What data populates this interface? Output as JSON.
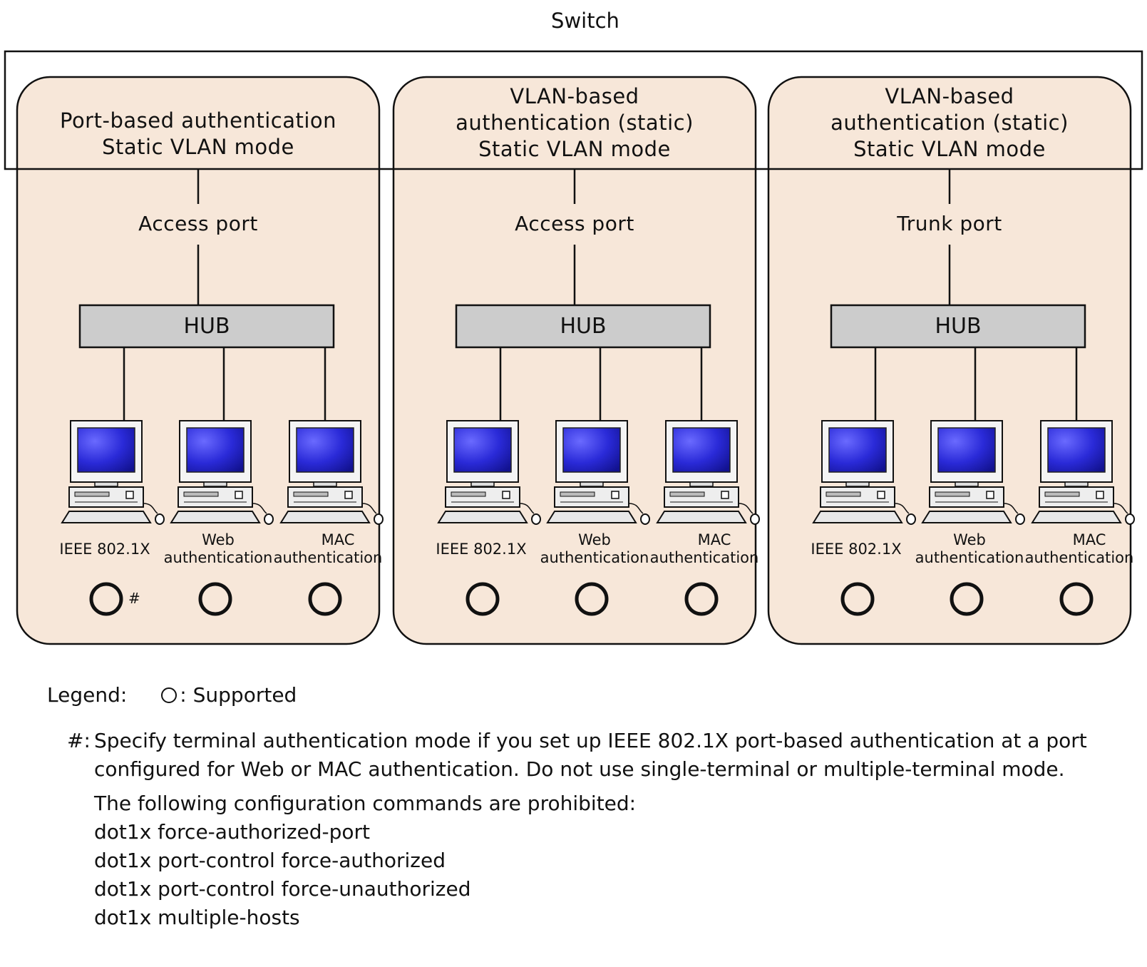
{
  "switch_title": "Switch",
  "hub_label": "HUB",
  "colors": {
    "panel_fill": "#f7e7d9",
    "hub_fill": "#cccccc",
    "screen_blue": "#2a2ad8",
    "stroke": "#111111"
  },
  "panels": [
    {
      "title_lines": [
        "Port-based authentication",
        "Static VLAN mode"
      ],
      "port_label": "Access port",
      "pcs": [
        {
          "label_lines": [
            "IEEE 802.1X"
          ],
          "support": "○",
          "mark": "#"
        },
        {
          "label_lines": [
            "Web",
            "authentication"
          ],
          "support": "○",
          "mark": ""
        },
        {
          "label_lines": [
            "MAC",
            "authentication"
          ],
          "support": "○",
          "mark": ""
        }
      ]
    },
    {
      "title_lines": [
        "VLAN-based",
        "authentication (static)",
        "Static VLAN mode"
      ],
      "port_label": "Access port",
      "pcs": [
        {
          "label_lines": [
            "IEEE 802.1X"
          ],
          "support": "○",
          "mark": ""
        },
        {
          "label_lines": [
            "Web",
            "authentication"
          ],
          "support": "○",
          "mark": ""
        },
        {
          "label_lines": [
            "MAC",
            "authentication"
          ],
          "support": "○",
          "mark": ""
        }
      ]
    },
    {
      "title_lines": [
        "VLAN-based",
        "authentication (static)",
        "Static VLAN mode"
      ],
      "port_label": "Trunk port",
      "pcs": [
        {
          "label_lines": [
            "IEEE 802.1X"
          ],
          "support": "○",
          "mark": ""
        },
        {
          "label_lines": [
            "Web",
            "authentication"
          ],
          "support": "○",
          "mark": ""
        },
        {
          "label_lines": [
            "MAC",
            "authentication"
          ],
          "support": "○",
          "mark": ""
        }
      ]
    }
  ],
  "legend": {
    "label": "Legend:",
    "supported_text": ": Supported",
    "note_mark": "#:",
    "note_text": "Specify terminal authentication mode if you set up IEEE 802.1X port-based authentication at a port configured for Web or MAC authentication. Do not use single-terminal or multiple-terminal mode.",
    "commands_intro": "The following configuration commands are prohibited:",
    "commands": [
      "dot1x force-authorized-port",
      "dot1x port-control force-authorized",
      "dot1x port-control force-unauthorized",
      "dot1x multiple-hosts"
    ]
  }
}
